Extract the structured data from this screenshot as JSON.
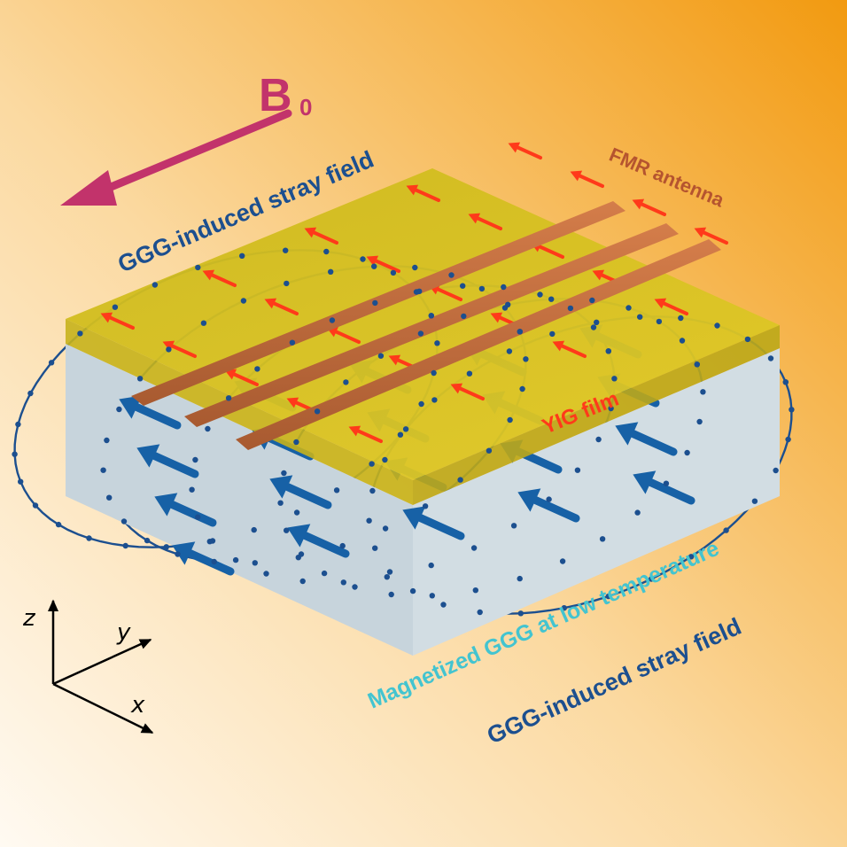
{
  "labels": {
    "b0_main": "B",
    "b0_sub": "0",
    "stray_top": "GGG-induced stray field",
    "stray_bottom": "GGG-induced stray field",
    "fmr_antenna": "FMR antenna",
    "yig_film": "YIG film",
    "ggg": "Magnetized GGG at low temperature",
    "axis_z": "z",
    "axis_y": "y",
    "axis_x": "x"
  },
  "colors": {
    "bg_light": "#fff3e0",
    "bg_dark": "#f29a10",
    "b0": "#c2336b",
    "stray": "#1c4f8f",
    "antenna_text": "#b5542f",
    "antenna": "#c8703e",
    "yig": "#d6c21a",
    "yig_arrow": "#ff3a1a",
    "ggg_side": "#c9d6de",
    "ggg_arrow": "#1761a6",
    "ggg_text": "#43c4d0"
  }
}
